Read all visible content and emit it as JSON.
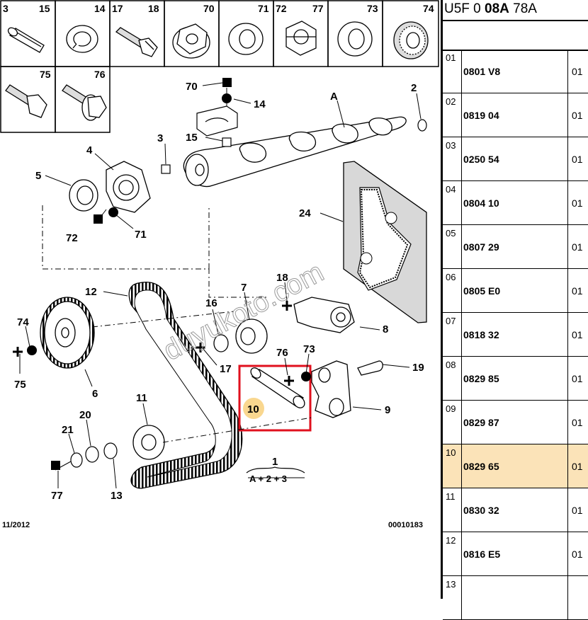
{
  "diagram": {
    "header_cells": [
      {
        "num": "3",
        "icon": "pin-icon"
      },
      {
        "num": "15",
        "icon": "pin-icon"
      },
      {
        "num": "14",
        "icon": "lock-washer-icon"
      },
      {
        "num": "17",
        "icon": "bolt-icon"
      },
      {
        "num": "18",
        "icon": "flange-bolt-icon"
      },
      {
        "num": "70",
        "icon": "flange-nut-icon"
      },
      {
        "num": "71",
        "icon": "washer-icon"
      },
      {
        "num": "72",
        "icon": "hex-nut-icon"
      },
      {
        "num": "77",
        "icon": "hex-nut-icon"
      },
      {
        "num": "73",
        "icon": "washer-icon"
      },
      {
        "num": "74",
        "icon": "serrated-washer-icon"
      },
      {
        "num": "75",
        "icon": "hex-bolt-icon"
      },
      {
        "num": "76",
        "icon": "flange-bolt-icon"
      }
    ],
    "callouts": {
      "c70": "70",
      "c14": "14",
      "cA": "A",
      "c2": "2",
      "c3": "3",
      "c15": "15",
      "c4": "4",
      "c5": "5",
      "c72": "72",
      "c71": "71",
      "c24": "24",
      "c18": "18",
      "c12": "12",
      "c7": "7",
      "c16": "16",
      "c8": "8",
      "c74": "74",
      "c75": "75",
      "c6": "6",
      "c17": "17",
      "c76": "76",
      "c73": "73",
      "c19": "19",
      "c10": "10",
      "c9": "9",
      "c11": "11",
      "c20": "20",
      "c21": "21",
      "c13": "13",
      "c77": "77",
      "c1": "1",
      "formula": "A + 2 + 3"
    },
    "footer_left": "11/2012",
    "footer_right": "00010183",
    "watermark": "duyukoto.com",
    "colors": {
      "highlight_box": "#e0101e",
      "highlight_badge": "#f7c96a",
      "selected_row": "#fbe3b8"
    }
  },
  "panel": {
    "title_pre": "U5F 0 ",
    "title_bold": "08A",
    "title_post": " 78A",
    "rows": [
      {
        "num": "01",
        "code": "0801 V8",
        "qty": "01"
      },
      {
        "num": "02",
        "code": "0819 04",
        "qty": "01"
      },
      {
        "num": "03",
        "code": "0250 54",
        "qty": "01"
      },
      {
        "num": "04",
        "code": "0804 10",
        "qty": "01"
      },
      {
        "num": "05",
        "code": "0807 29",
        "qty": "01"
      },
      {
        "num": "06",
        "code": "0805 E0",
        "qty": "01"
      },
      {
        "num": "07",
        "code": "0818 32",
        "qty": "01"
      },
      {
        "num": "08",
        "code": "0829 85",
        "qty": "01"
      },
      {
        "num": "09",
        "code": "0829 87",
        "qty": "01"
      },
      {
        "num": "10",
        "code": "0829 65",
        "qty": "01",
        "selected": true
      },
      {
        "num": "11",
        "code": "0830 32",
        "qty": "01"
      },
      {
        "num": "12",
        "code": "0816 E5",
        "qty": "01"
      },
      {
        "num": "13",
        "code": "",
        "qty": ""
      }
    ]
  }
}
